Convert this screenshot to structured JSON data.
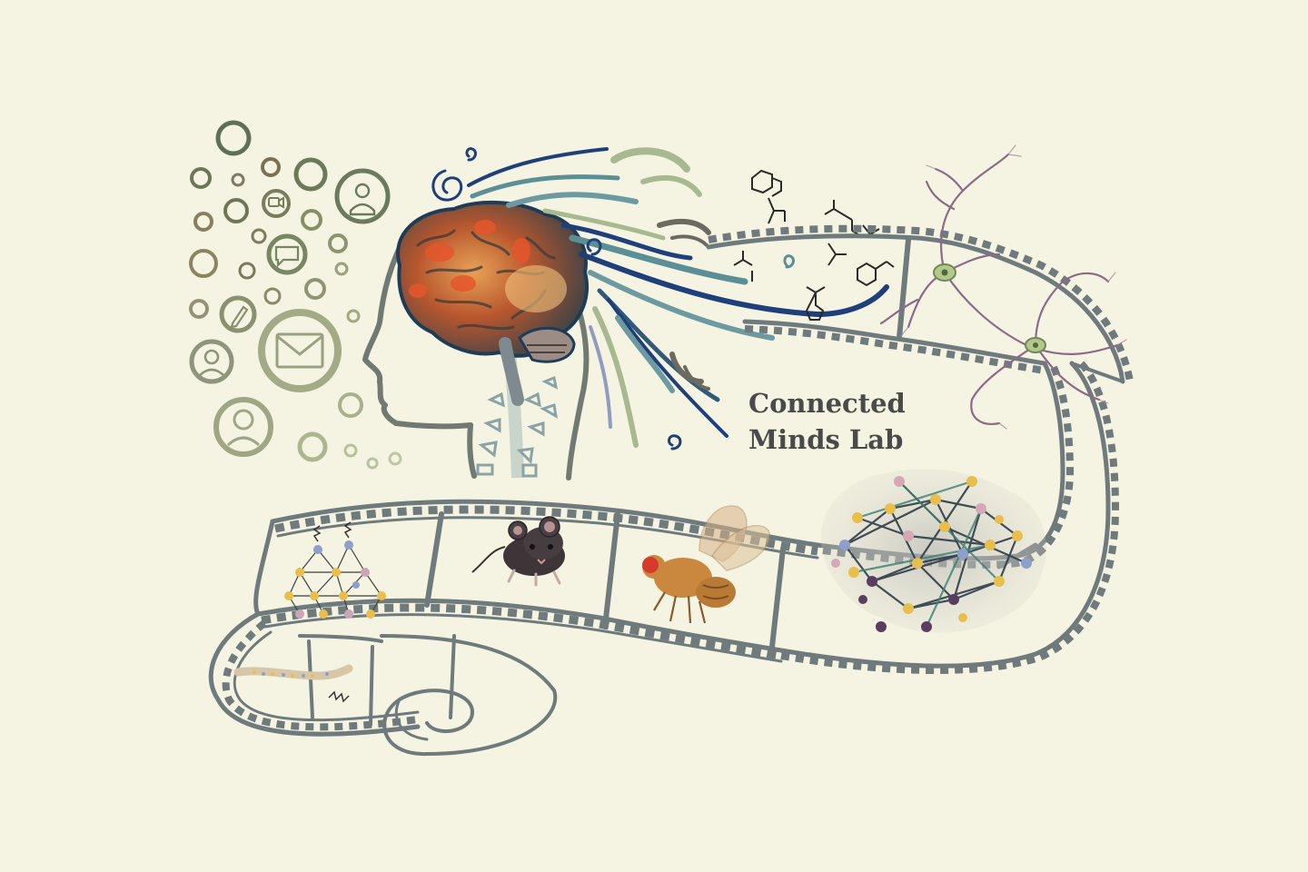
{
  "title": {
    "line1": "Connected",
    "line2": "Minds Lab"
  },
  "colors": {
    "background": "#f5f4e2",
    "film": "#6f7a7c",
    "title_text": "#4a4a4a",
    "brain_accent": "#d9582f",
    "wave_dark": "#1f3f7a",
    "wave_teal": "#5c8f95",
    "wave_sage": "#a9b98f",
    "icon_circles": "#7d8a63",
    "neuron": "#8c6a8a",
    "network_node_yellow": "#e8be4c",
    "network_node_purple": "#5a3e62"
  },
  "icons": [
    "person-profile-icon",
    "video-camera-icon",
    "chat-bubble-icon",
    "envelope-icon",
    "pencil-icon",
    "user-avatar-icon"
  ],
  "film_frames": [
    "neural-network-frame",
    "mouse-frame",
    "fruit-fly-frame",
    "brain-network-frame",
    "worm-frame",
    "neuron-frame"
  ]
}
